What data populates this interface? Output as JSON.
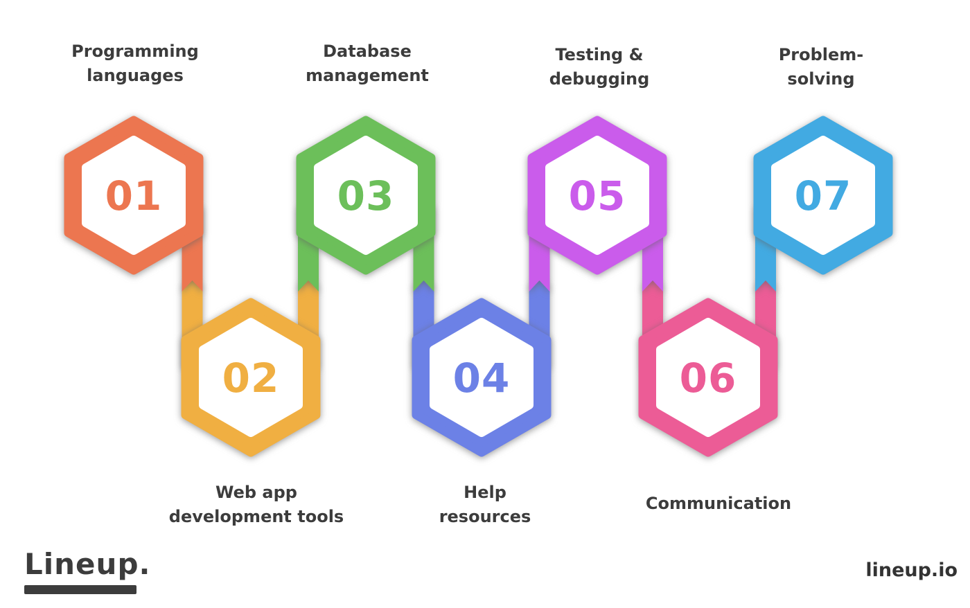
{
  "steps": [
    {
      "number": "01",
      "label_line1": "Programming",
      "label_line2": "languages",
      "color": "#EC7650"
    },
    {
      "number": "02",
      "label_line1": "Web app",
      "label_line2": "development tools",
      "color": "#F0AF42"
    },
    {
      "number": "03",
      "label_line1": "Database",
      "label_line2": "management",
      "color": "#6CBF5A"
    },
    {
      "number": "04",
      "label_line1": "Help",
      "label_line2": "resources",
      "color": "#6C81E6"
    },
    {
      "number": "05",
      "label_line1": "Testing &",
      "label_line2": "debugging",
      "color": "#CA5CEB"
    },
    {
      "number": "06",
      "label_line1": "Communication",
      "label_line2": "",
      "color": "#EC5C96"
    },
    {
      "number": "07",
      "label_line1": "Problem-",
      "label_line2": "solving",
      "color": "#42AAE2"
    }
  ],
  "footer": {
    "brand": "Lineup.",
    "website": "lineup.io",
    "text_color": "#3C3C3C"
  }
}
